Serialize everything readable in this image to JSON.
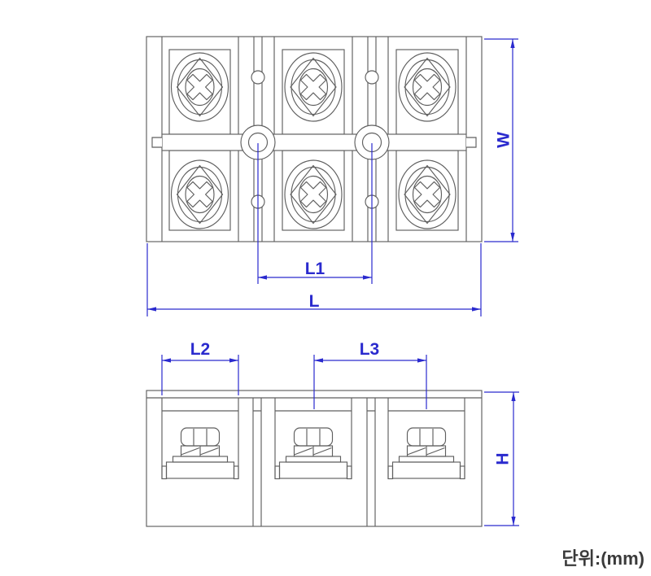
{
  "unit_note": "단위:(mm)",
  "dimension_labels": {
    "overall_length": "L",
    "mounting_hole_pitch": "L1",
    "end_pole_width": "L2",
    "pole_pitch": "L3",
    "overall_width": "W",
    "overall_height": "H"
  },
  "views": {
    "top_view": {
      "poles": 3,
      "screws": 6,
      "mounting_holes": 2
    },
    "front_view": {
      "poles": 3,
      "terminals": 3
    }
  },
  "colors": {
    "background": "#ffffff",
    "drawing-line": "#5f5f5f",
    "dimension-line": "#2a2ace",
    "label-text": "#2a2ace",
    "note-text": "#3a3a3a"
  }
}
